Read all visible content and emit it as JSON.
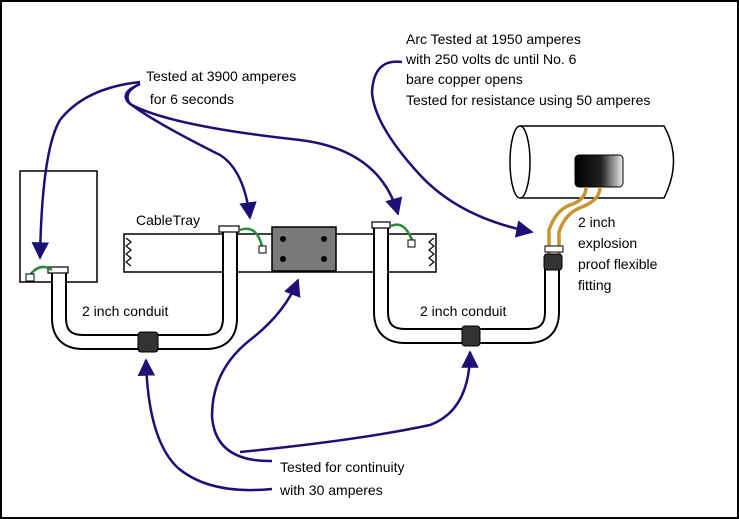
{
  "colors": {
    "frame": "#000000",
    "arrow": "#1c1078",
    "ground_wire": "#2a8a3a",
    "copper_wire": "#c8962e",
    "conduit_fill": "#ffffff",
    "splice_plate": "#7a7a7a"
  },
  "labels": {
    "tested_3900": [
      "Tested at 3900 amperes",
      " for 6 seconds"
    ],
    "arc_tested": [
      "Arc Tested at 1950 amperes",
      "with 250 volts dc until No. 6",
      "bare copper opens",
      "Tested for resistance using 50 amperes"
    ],
    "cable_tray": "CableTray",
    "conduit_left": "2 inch conduit",
    "conduit_right": "2 inch conduit",
    "flex_fitting": [
      "2 inch",
      "explosion",
      "proof flexible",
      "fitting"
    ],
    "continuity": [
      "Tested for continuity",
      "with 30 amperes"
    ]
  }
}
